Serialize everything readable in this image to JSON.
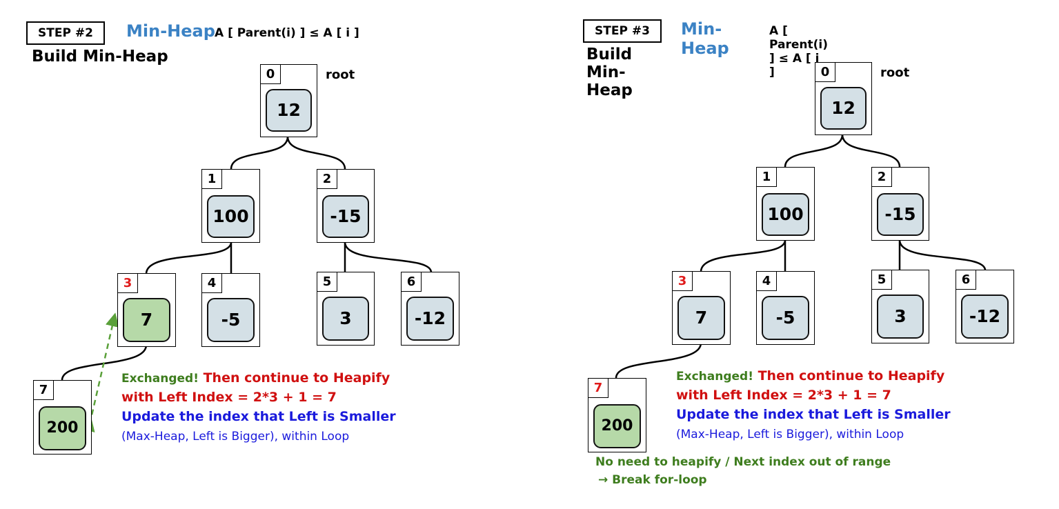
{
  "panels": [
    {
      "step_label": "STEP #2",
      "heap_title": "Min-Heap",
      "formula": "A [ Parent(i) ] ≤ A [ i ]",
      "subtitle": "Build Min-Heap",
      "root_label": "root",
      "nodes": [
        {
          "index": "0",
          "value": "12"
        },
        {
          "index": "1",
          "value": "100"
        },
        {
          "index": "2",
          "value": "-15"
        },
        {
          "index": "3",
          "value": "7"
        },
        {
          "index": "4",
          "value": "-5"
        },
        {
          "index": "5",
          "value": "3"
        },
        {
          "index": "6",
          "value": "-12"
        },
        {
          "index": "7",
          "value": "200"
        }
      ],
      "note_exchanged": "Exchanged!",
      "note_continue": "Then continue to Heapify",
      "note_left_index": "with Left Index = 2*3 + 1 = 7",
      "note_update": "Update the index that Left is Smaller",
      "note_max_heap": "(Max-Heap, Left is Bigger), within Loop"
    },
    {
      "step_label": "STEP #3",
      "heap_title": "Min-Heap",
      "formula": "A [ Parent(i) ] ≤ A [ i ]",
      "subtitle": "Build Min-Heap",
      "root_label": "root",
      "nodes": [
        {
          "index": "0",
          "value": "12"
        },
        {
          "index": "1",
          "value": "100"
        },
        {
          "index": "2",
          "value": "-15"
        },
        {
          "index": "3",
          "value": "7"
        },
        {
          "index": "4",
          "value": "-5"
        },
        {
          "index": "5",
          "value": "3"
        },
        {
          "index": "6",
          "value": "-12"
        },
        {
          "index": "7",
          "value": "200"
        }
      ],
      "note_exchanged": "Exchanged!",
      "note_continue": "Then continue to Heapify",
      "note_left_index": "with Left Index = 2*3 + 1 = 7",
      "note_update": "Update the index that Left is Smaller",
      "note_max_heap": "(Max-Heap, Left is Bigger), within Loop",
      "note_no_need": "No need to heapify / Next index out of range",
      "note_break": "→ Break for-loop"
    }
  ],
  "colors": {
    "title_blue": "#3b82c4",
    "node_fill": "#d4e0e6",
    "highlight_green": "#b6d9a8",
    "dashed_arrow": "#5aa03a",
    "red_index": "#e01b1b"
  }
}
